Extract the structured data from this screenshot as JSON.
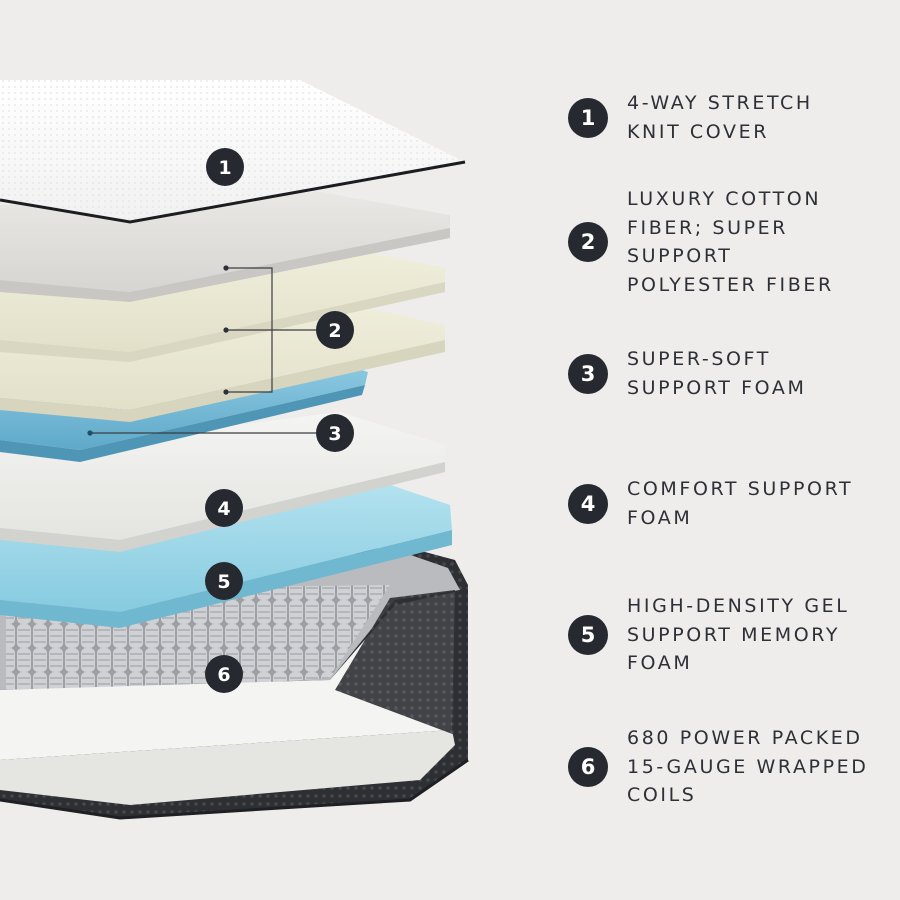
{
  "diagram": {
    "layers": [
      {
        "number": "1",
        "label_lines": [
          "4-WAY STRETCH",
          "KNIT COVER"
        ]
      },
      {
        "number": "2",
        "label_lines": [
          "LUXURY COTTON",
          "FIBER; SUPER",
          "SUPPORT",
          "POLYESTER FIBER"
        ]
      },
      {
        "number": "3",
        "label_lines": [
          "SUPER-SOFT",
          "SUPPORT FOAM"
        ]
      },
      {
        "number": "4",
        "label_lines": [
          "COMFORT SUPPORT",
          "FOAM"
        ]
      },
      {
        "number": "5",
        "label_lines": [
          "HIGH-DENSITY GEL",
          "SUPPORT MEMORY",
          "FOAM"
        ]
      },
      {
        "number": "6",
        "label_lines": [
          "680 POWER PACKED",
          "15-GAUGE WRAPPED",
          "COILS"
        ]
      }
    ]
  },
  "colors": {
    "background": "#eeedeb",
    "badge": "#262a30",
    "text": "#2d3036",
    "fiber_layer": "#ecebd8",
    "blue_foam": "#7fc1dc",
    "gel_foam": "#a6dceb",
    "coil_casing": "#2f3134"
  }
}
